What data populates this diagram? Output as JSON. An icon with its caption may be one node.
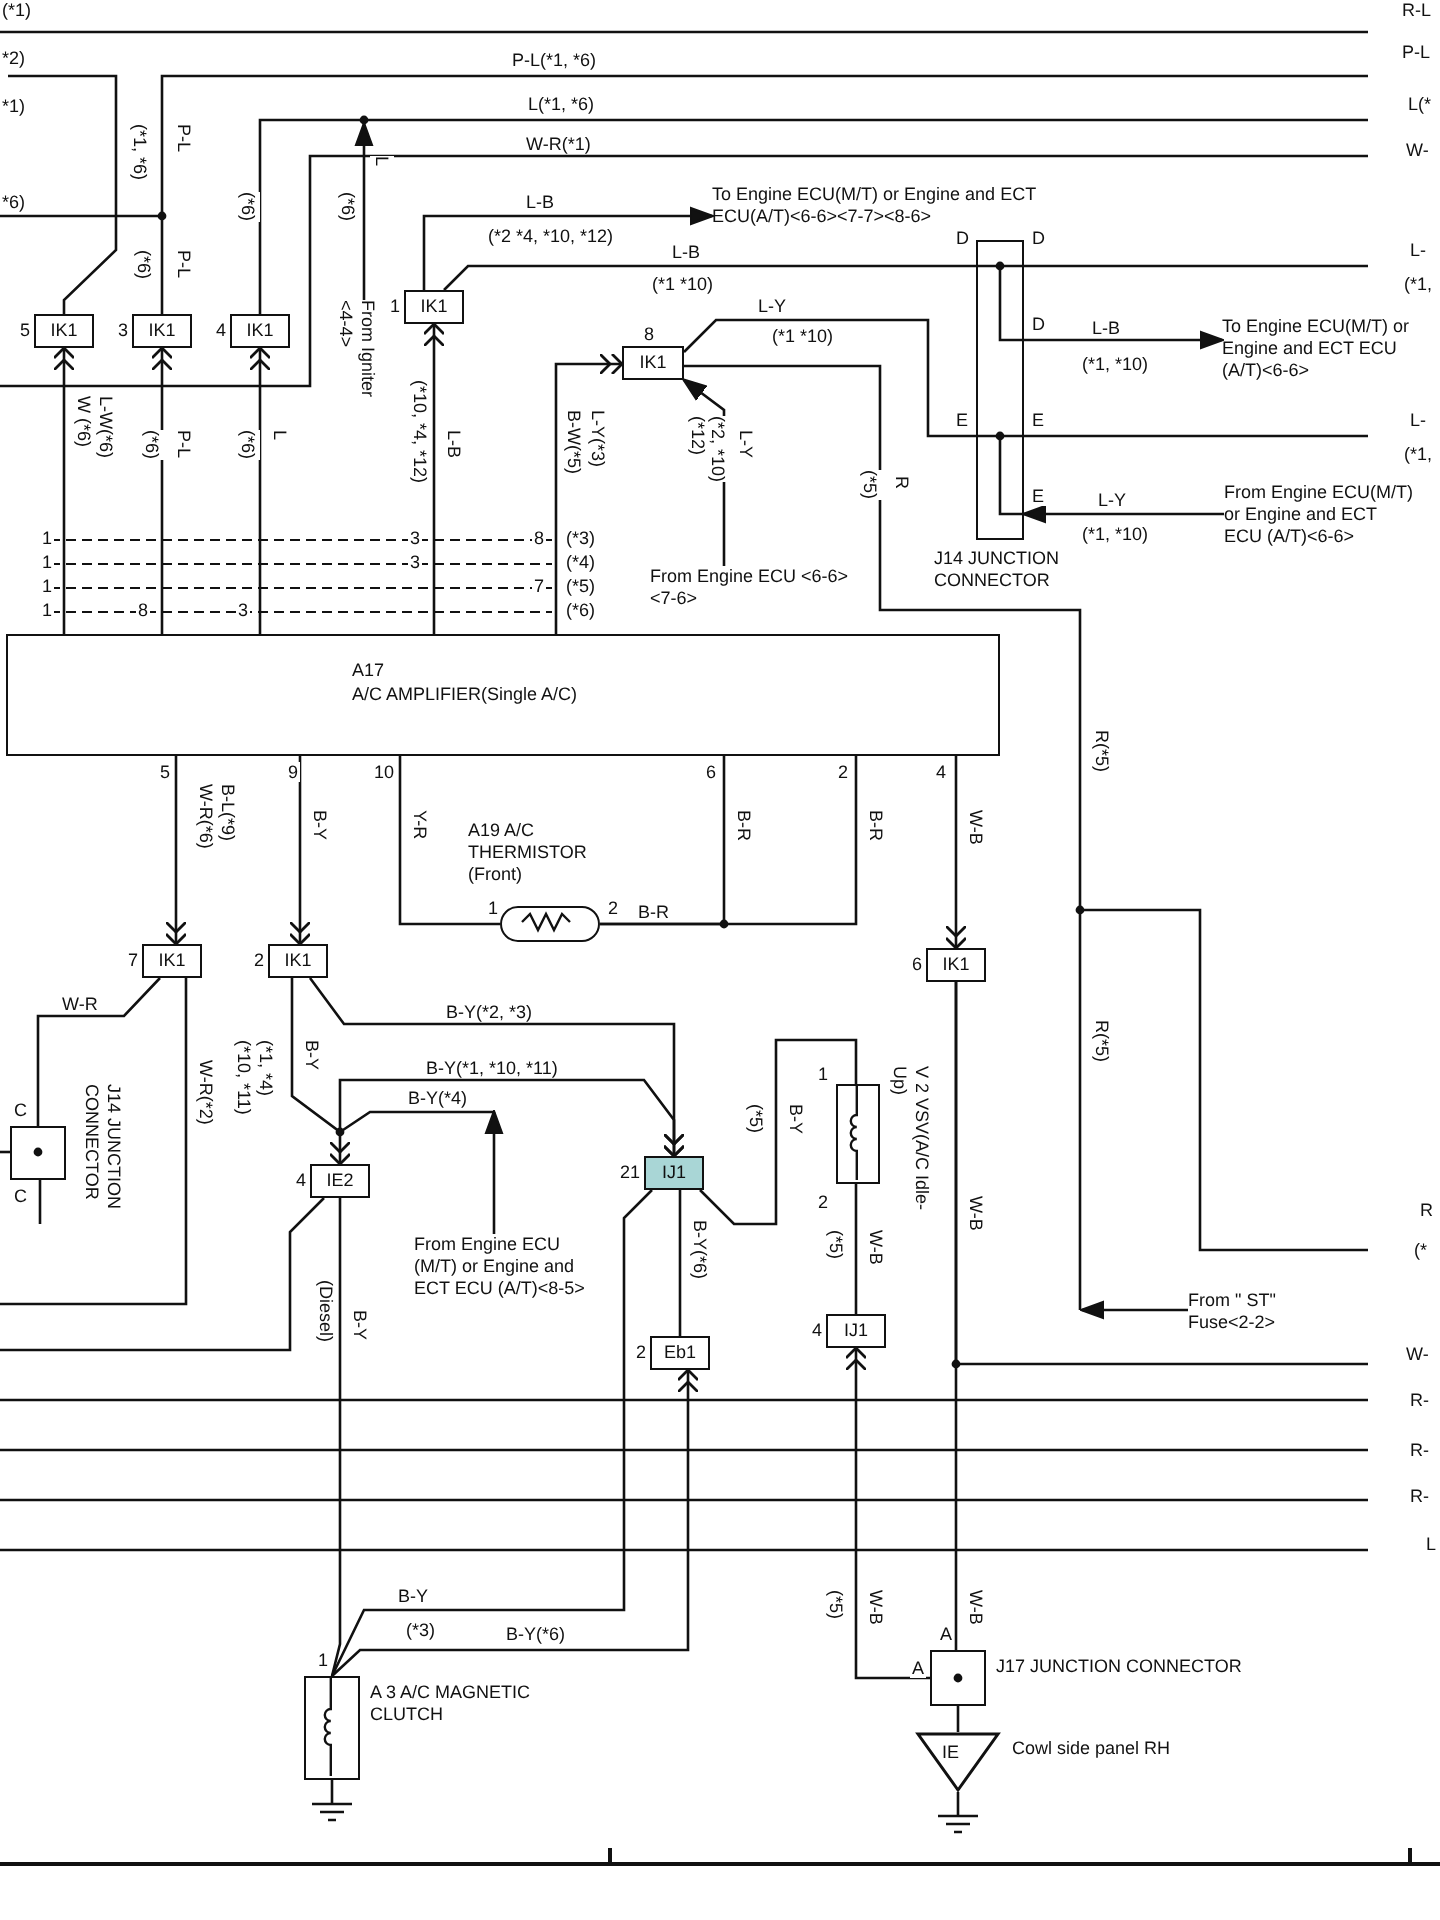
{
  "diagram": {
    "nodes": [
      {
        "text": [
          "IK1"
        ],
        "beside": [
          "5"
        ]
      },
      {
        "text": [
          "IK1"
        ],
        "beside": [
          "3"
        ]
      },
      {
        "text": [
          "IK1"
        ],
        "beside": [
          "4"
        ]
      },
      {
        "text": [
          "IK1"
        ],
        "beside": [
          "1"
        ]
      },
      {
        "text": [
          "IK1"
        ],
        "beside": [
          "8"
        ]
      },
      {
        "text": [
          "A17",
          "A/C AMPLIFIER(Single A/C)"
        ]
      },
      {
        "text": [
          "IK1"
        ],
        "beside": [
          "7"
        ]
      },
      {
        "text": [
          "IK1"
        ],
        "beside": [
          "2"
        ]
      },
      {
        "text": [
          "A19 A/C THERMISTOR (Front)"
        ]
      },
      {
        "text": [
          "IK1"
        ],
        "beside": [
          "6"
        ]
      },
      {
        "text": [
          "J14 JUNCTION CONNECTOR"
        ]
      },
      {
        "text": [
          "J14 JUNCTION CONNECTOR"
        ],
        "beside": [
          "C",
          "C"
        ]
      },
      {
        "text": [
          "IJ1"
        ],
        "beside": [
          "21"
        ]
      },
      {
        "text": [
          "V 2 VSV(A/C Idle-Up)"
        ]
      },
      {
        "text": [
          "IE2"
        ],
        "beside": [
          "4"
        ]
      },
      {
        "text": [
          "Eb1"
        ],
        "beside": [
          "2"
        ]
      },
      {
        "text": [
          "IJ1"
        ],
        "beside": [
          "4"
        ]
      },
      {
        "text": [
          "A 3 A/C MAGNETIC CLUTCH"
        ]
      },
      {
        "text": [
          "J17 JUNCTION CONNECTOR"
        ]
      },
      {
        "text": [
          "IE"
        ],
        "beside": [
          "Cowl side panel RH"
        ]
      },
      {
        "text": [
          "From Igniter <4-4>"
        ]
      },
      {
        "text": [
          "To Engine ECU(M/T) or Engine and ECT ECU(A/T)<6-6><7-7><8-6>"
        ]
      },
      {
        "text": [
          "From Engine ECU <6-6><7-6>"
        ]
      },
      {
        "text": [
          "To Engine ECU(M/T) or Engine and ECT ECU (A/T)<6-6>"
        ]
      },
      {
        "text": [
          "From Engine ECU(M/T) or Engine and ECT ECU (A/T)<6-6>"
        ]
      },
      {
        "text": [
          "From Engine ECU (M/T) or Engine and ECT ECU (A/T)<8-5>"
        ]
      },
      {
        "text": [
          "From \" ST\" Fuse<2-2>"
        ]
      }
    ],
    "edges": [
      {
        "from": 0,
        "to": null,
        "arrow": "none",
        "label": "*2)"
      },
      {
        "from": 1,
        "to": null,
        "arrow": "none",
        "label": "P-L(*1, *6)"
      },
      {
        "from": 2,
        "to": null,
        "arrow": "none",
        "label": "L(*1, *6)"
      },
      {
        "from": 20,
        "to": null,
        "arrow": "to",
        "label": "L"
      },
      {
        "from": 3,
        "to": 21,
        "arrow": "to",
        "label": "L-B"
      },
      {
        "from": 3,
        "to": 10,
        "arrow": "none",
        "label": "L-B"
      },
      {
        "from": 10,
        "to": null,
        "arrow": "none"
      },
      {
        "from": 10,
        "to": 23,
        "arrow": "to",
        "label": "L-B"
      },
      {
        "from": 4,
        "to": 10,
        "arrow": "none",
        "label": "L-Y"
      },
      {
        "from": 10,
        "to": null,
        "arrow": "none"
      },
      {
        "from": 24,
        "to": 10,
        "arrow": "to",
        "label": "L-Y"
      },
      {
        "from": 22,
        "to": 4,
        "arrow": "to",
        "label": "L-Y"
      },
      {
        "from": 26,
        "to": null,
        "arrow": "to"
      },
      {
        "from": null,
        "to": 4,
        "arrow": "none",
        "label": "R"
      },
      {
        "from": 5,
        "to": 0,
        "arrow": "to",
        "label": "L-W(*6)"
      },
      {
        "from": 5,
        "to": 1,
        "arrow": "to",
        "label": "P-L"
      },
      {
        "from": 5,
        "to": 2,
        "arrow": "to",
        "label": "L"
      },
      {
        "from": 5,
        "to": 3,
        "arrow": "to",
        "label": "L-B"
      },
      {
        "from": 5,
        "to": 4,
        "arrow": "to",
        "label": "L-Y(*3)"
      },
      {
        "from": 5,
        "to": 6,
        "arrow": "to",
        "label": "B-L(*9)"
      },
      {
        "from": 5,
        "to": 7,
        "arrow": "to",
        "label": "B-Y"
      },
      {
        "from": 5,
        "to": 8,
        "arrow": "none",
        "label": "Y-R"
      },
      {
        "from": 8,
        "to": 5,
        "arrow": "none",
        "label": "B-R"
      },
      {
        "from": 8,
        "to": 5,
        "arrow": "none",
        "label": "B-R"
      },
      {
        "from": 5,
        "to": 9,
        "arrow": "to",
        "label": "W-B"
      },
      {
        "from": 6,
        "to": 11,
        "arrow": "none",
        "label": "W-R"
      },
      {
        "from": 6,
        "to": null,
        "arrow": "none",
        "label": "W-R(*2)"
      },
      {
        "from": 7,
        "to": 14,
        "arrow": "to",
        "label": "B-Y"
      },
      {
        "from": 7,
        "to": 12,
        "arrow": "to",
        "label": "B-Y(*2, *3)"
      },
      {
        "from": null,
        "to": 12,
        "arrow": "to",
        "label": "B-Y(*1, *10, *11)"
      },
      {
        "from": 25,
        "to": null,
        "arrow": "to",
        "label": "B-Y(*4)"
      },
      {
        "from": 14,
        "to": null,
        "arrow": "none"
      },
      {
        "from": 14,
        "to": 17,
        "arrow": "none",
        "label": "B-Y"
      },
      {
        "from": 12,
        "to": 15,
        "arrow": "none",
        "label": "B-Y(*6)"
      },
      {
        "from": 17,
        "to": 15,
        "arrow": "to",
        "label": "B-Y(*6)"
      },
      {
        "from": 12,
        "to": 17,
        "arrow": "none",
        "label": "B-Y"
      },
      {
        "from": 12,
        "to": 13,
        "arrow": "none",
        "label": "B-Y"
      },
      {
        "from": 13,
        "to": 16,
        "arrow": "none",
        "label": "W-B"
      },
      {
        "from": 18,
        "to": 16,
        "arrow": "to",
        "label": "W-B"
      },
      {
        "from": 9,
        "to": 18,
        "arrow": "none",
        "label": "W-B"
      },
      {
        "from": 9,
        "to": null,
        "arrow": "none"
      },
      {
        "from": 18,
        "to": 19,
        "arrow": "none"
      }
    ],
    "labels": [
      "(*1)",
      "R-L",
      "P-L",
      "*1)",
      "L(*",
      "(*1, *6)",
      "P-L",
      "W-R(*1)",
      "W-",
      "*6)",
      "(*6)",
      "(*6)",
      "(*2 *4, *10, *12)",
      "L-",
      "(*1 *10)",
      "(*1,",
      "(*6)",
      "P-L",
      "(*1 *10)",
      "(*1, *10)",
      "L-",
      "(*1,",
      "D",
      "D",
      "D",
      "E",
      "E",
      "E",
      "(*1, *10)",
      "W (*6)",
      "(*6)",
      "(*6)",
      "(*10, *4, *12)",
      "B-W(*5)",
      "(*12)",
      "(*2, *10)",
      "(*5)",
      "1",
      "3",
      "8",
      "(*3)",
      "1",
      "3",
      "(*4)",
      "1",
      "7",
      "(*5)",
      "1",
      "8",
      "3",
      "(*6)",
      "5",
      "9",
      "10",
      "6",
      "2",
      "4",
      "W-R(*6)",
      "R(*5)",
      "B-R",
      "1",
      "2",
      "R(*5)",
      "(*10, *11)",
      "(*1, *4)",
      "(*5)",
      "1",
      "2",
      "(Diesel)",
      "(*5)",
      "R",
      "(*",
      "W-",
      "R-",
      "R-",
      "R-",
      "L",
      "(*3)",
      "(*5)",
      "W-B",
      "1",
      "A",
      "A"
    ]
  }
}
